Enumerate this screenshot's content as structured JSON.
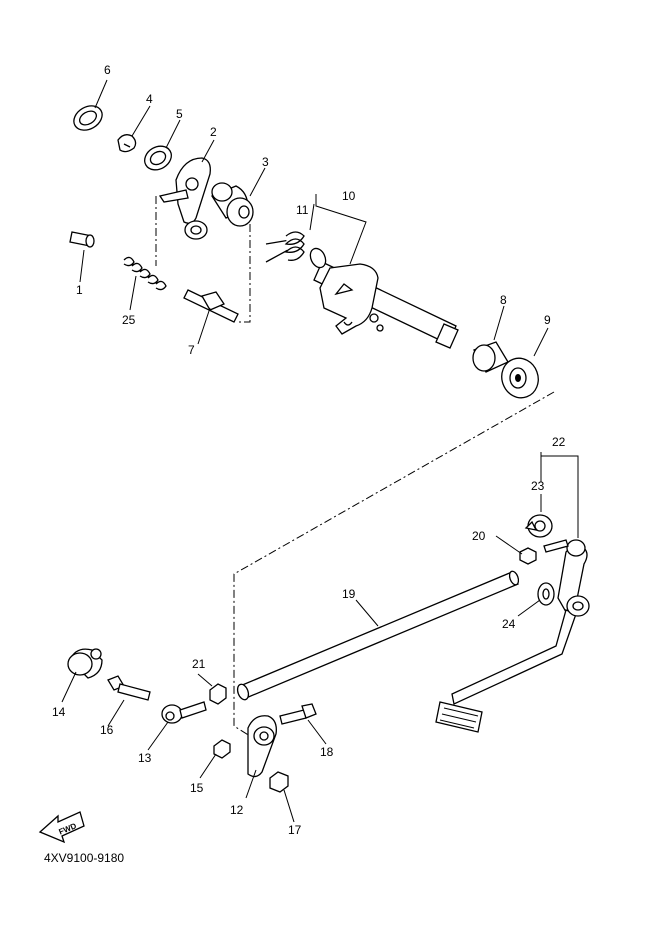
{
  "diagram_code": "4XV9100-9180",
  "fwd_label": "FWD",
  "callouts": {
    "c1": "1",
    "c2": "2",
    "c3": "3",
    "c4": "4",
    "c5": "5",
    "c6": "6",
    "c7": "7",
    "c8": "8",
    "c9": "9",
    "c10": "10",
    "c11": "11",
    "c12": "12",
    "c13": "13",
    "c14": "14",
    "c15": "15",
    "c16": "16",
    "c17": "17",
    "c18": "18",
    "c19": "19",
    "c20": "20",
    "c21": "21",
    "c22": "22",
    "c23": "23",
    "c24": "24",
    "c25": "25"
  }
}
